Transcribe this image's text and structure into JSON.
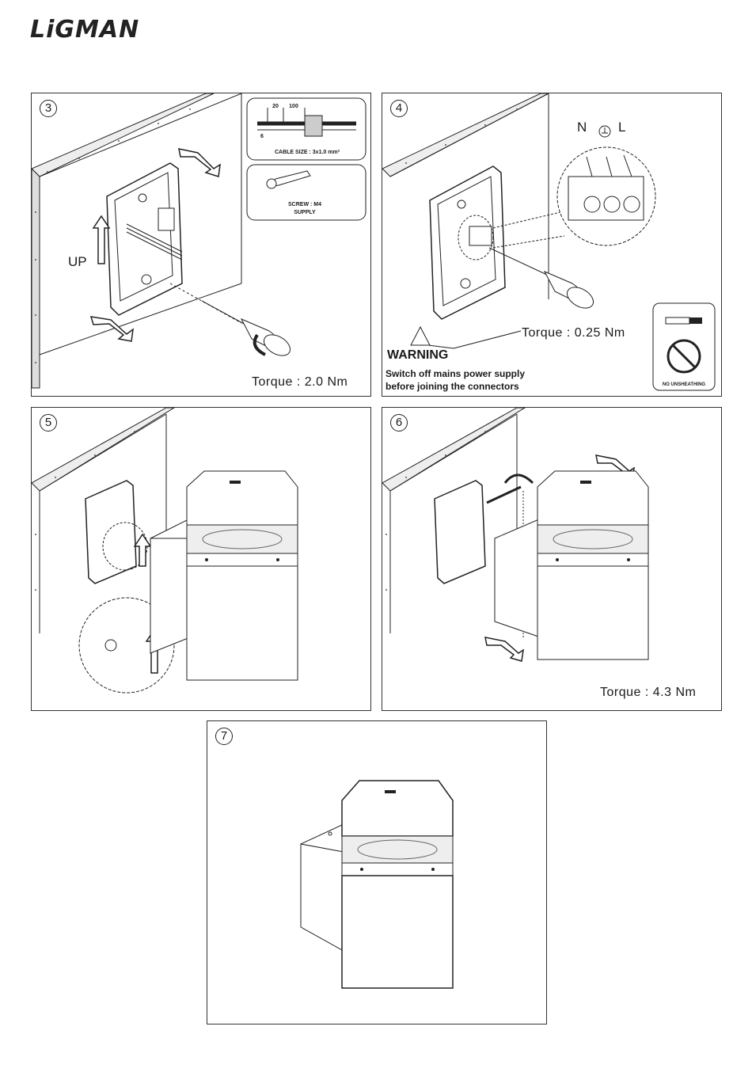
{
  "brand": {
    "logo_text": "LiGMAN"
  },
  "panels": {
    "p3": {
      "step": "3",
      "up_label": "UP",
      "torque": "Torque : 2.0 Nm",
      "strip_dims": {
        "a": "20",
        "b": "100",
        "c": "6"
      },
      "cable_size": "CABLE SIZE : 3x1.0 mm²",
      "screw_label": "SCREW : M4",
      "screw_sub": "SUPPLY"
    },
    "p4": {
      "step": "4",
      "torque": "Torque : 0.25 Nm",
      "terminal_n": "N",
      "terminal_l": "L",
      "warning_title": "WARNING",
      "warning_line1": "Switch off mains power supply",
      "warning_line2": "before joining the connectors",
      "no_unsheathing": "NO UNSHEATHING"
    },
    "p5": {
      "step": "5"
    },
    "p6": {
      "step": "6",
      "torque": "Torque : 4.3 Nm"
    },
    "p7": {
      "step": "7"
    }
  }
}
